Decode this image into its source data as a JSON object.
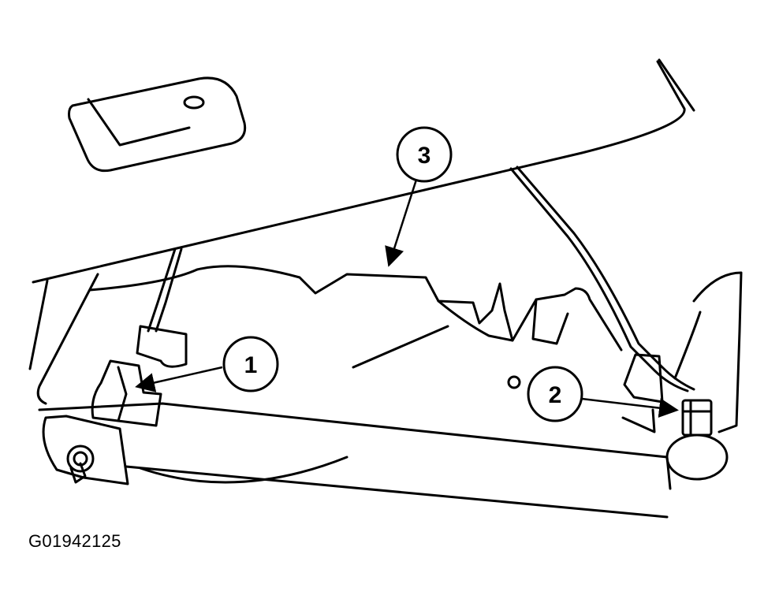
{
  "callouts": [
    {
      "id": "1"
    },
    {
      "id": "2"
    },
    {
      "id": "3"
    }
  ],
  "figure_code": "G01942125"
}
